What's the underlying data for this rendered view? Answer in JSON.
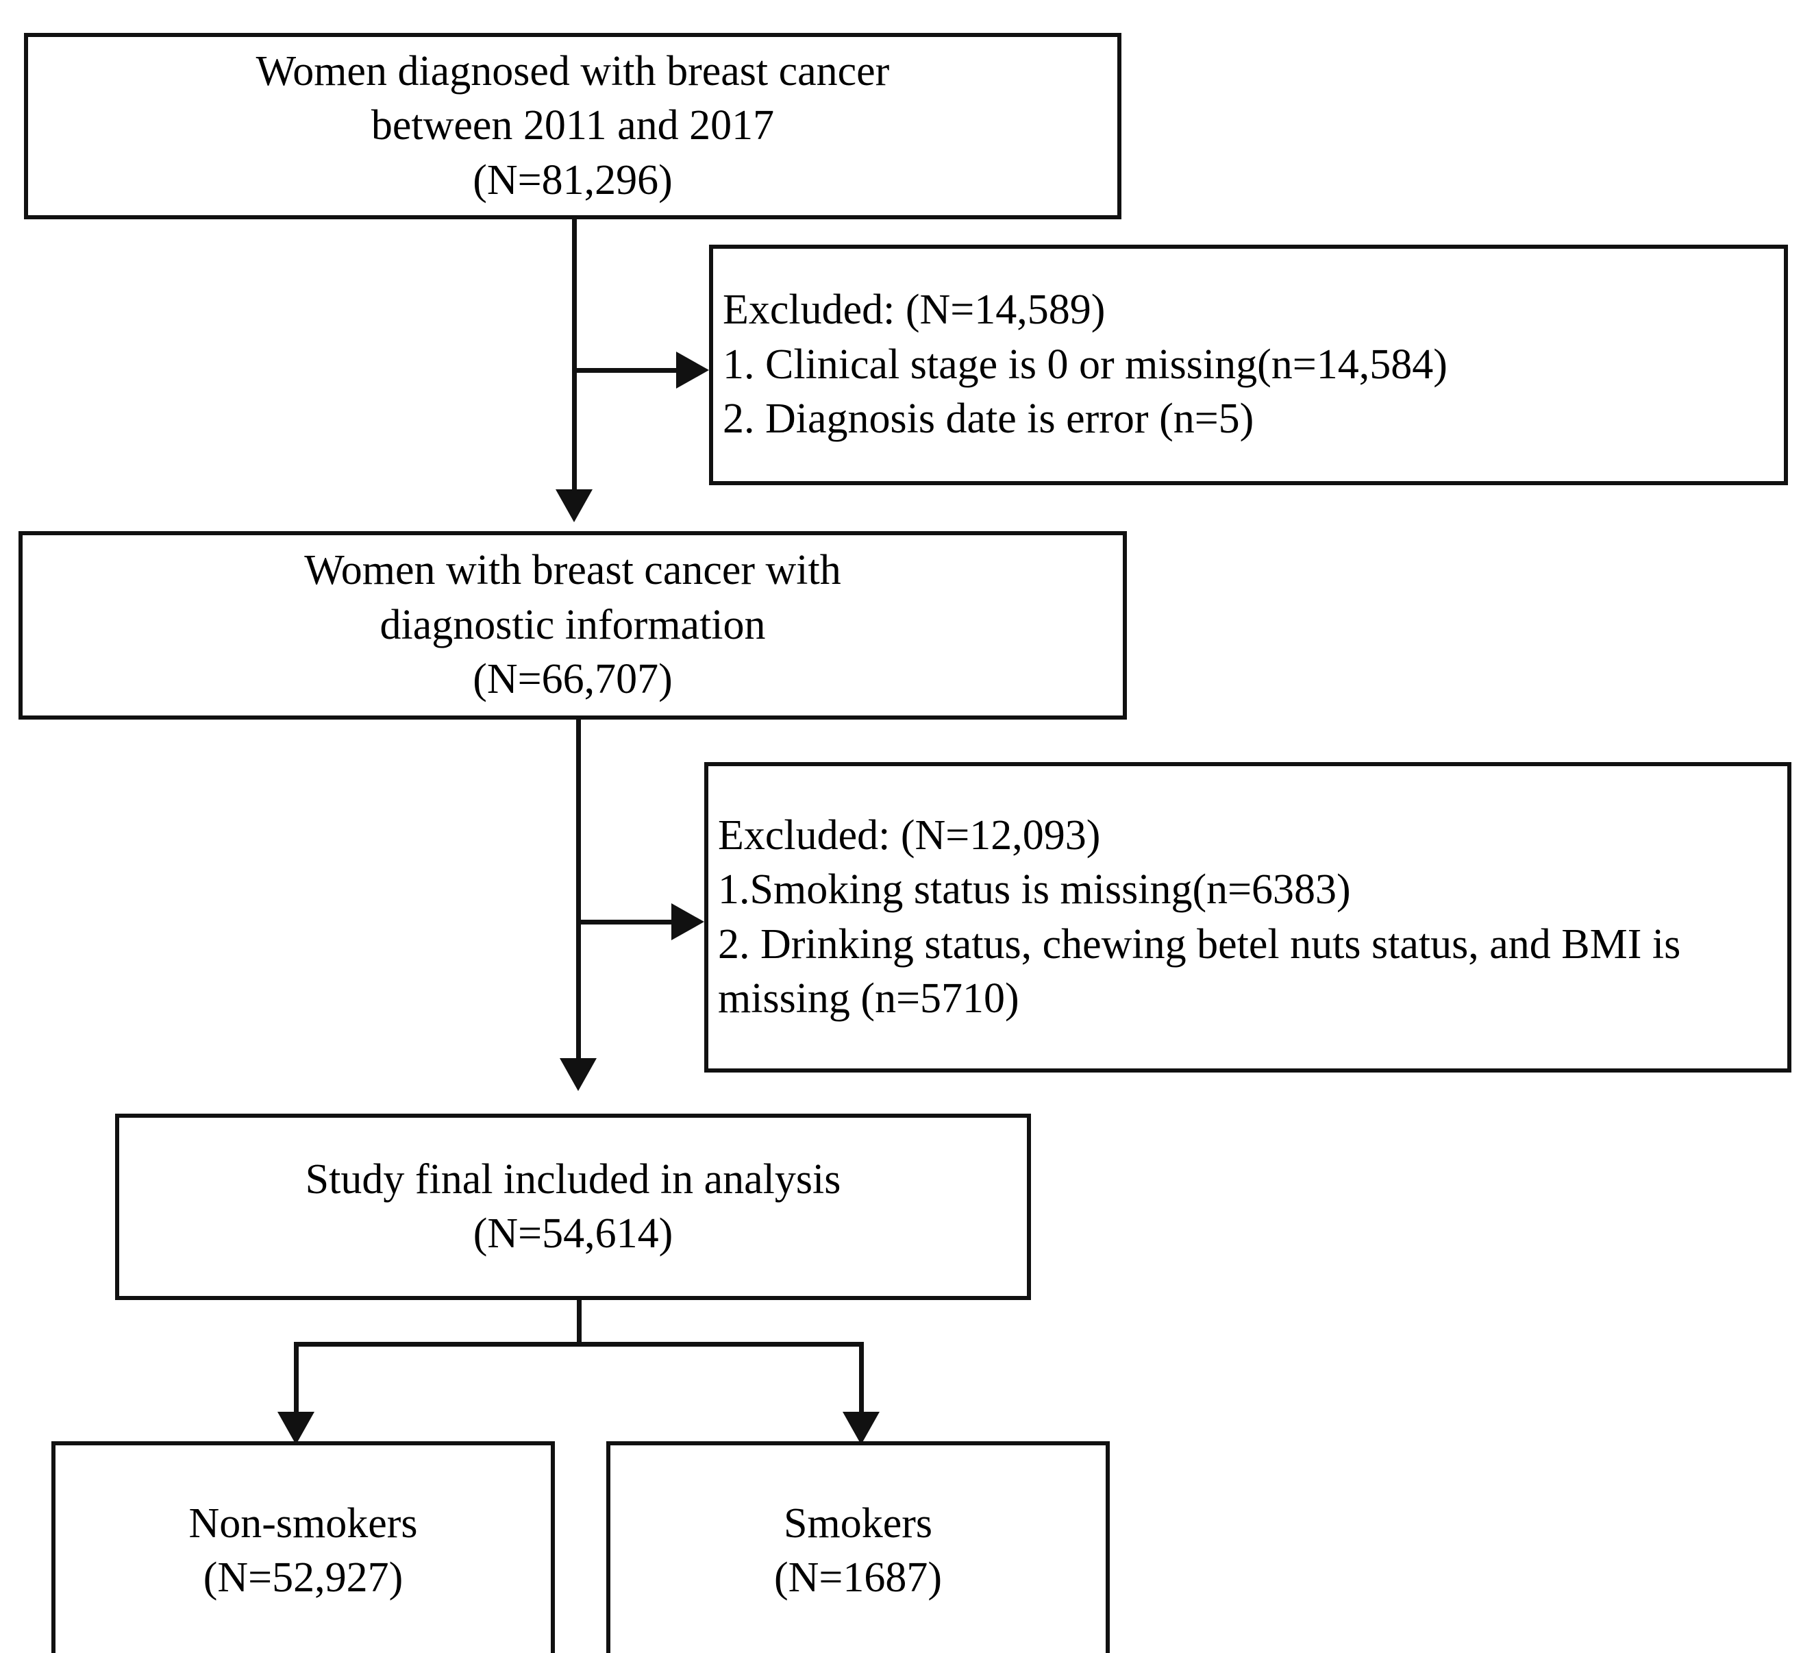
{
  "diagram": {
    "type": "study-flow-chart",
    "boxes": {
      "cohort": {
        "lines": [
          "Women diagnosed with breast cancer",
          "between 2011 and 2017",
          "(N=81,296)"
        ]
      },
      "excluded_1": {
        "lines": [
          "Excluded: (N=14,589)",
          "1. Clinical stage is 0 or missing(n=14,584)",
          "2. Diagnosis date is error (n=5)"
        ]
      },
      "diagnostic": {
        "lines": [
          "Women with breast cancer with",
          "diagnostic information",
          "(N=66,707)"
        ]
      },
      "excluded_2": {
        "lines": [
          "Excluded: (N=12,093)",
          "1.Smoking status is missing(n=6383)",
          "2. Drinking status, chewing betel nuts status, and BMI is missing  (n=5710)"
        ]
      },
      "final": {
        "lines": [
          "Study final included in analysis",
          "(N=54,614)"
        ]
      },
      "non_smokers": {
        "lines": [
          "Non-smokers",
          "(N=52,927)"
        ]
      },
      "smokers": {
        "lines": [
          "Smokers",
          "(N=1687)"
        ]
      }
    },
    "counts": {
      "cohort_total": "81,296",
      "excluded_1_total": "14,589",
      "excluded_1_stage_missing": "14,584",
      "excluded_1_date_error": "5",
      "diagnostic_total": "66,707",
      "excluded_2_total": "12,093",
      "excluded_2_smoking_missing": "6383",
      "excluded_2_other_missing": "5710",
      "final_total": "54,614",
      "non_smokers_total": "52,927",
      "smokers_total": "1687"
    },
    "colors": {
      "border": "#111111",
      "background": "#ffffff",
      "text": "#000000"
    }
  }
}
